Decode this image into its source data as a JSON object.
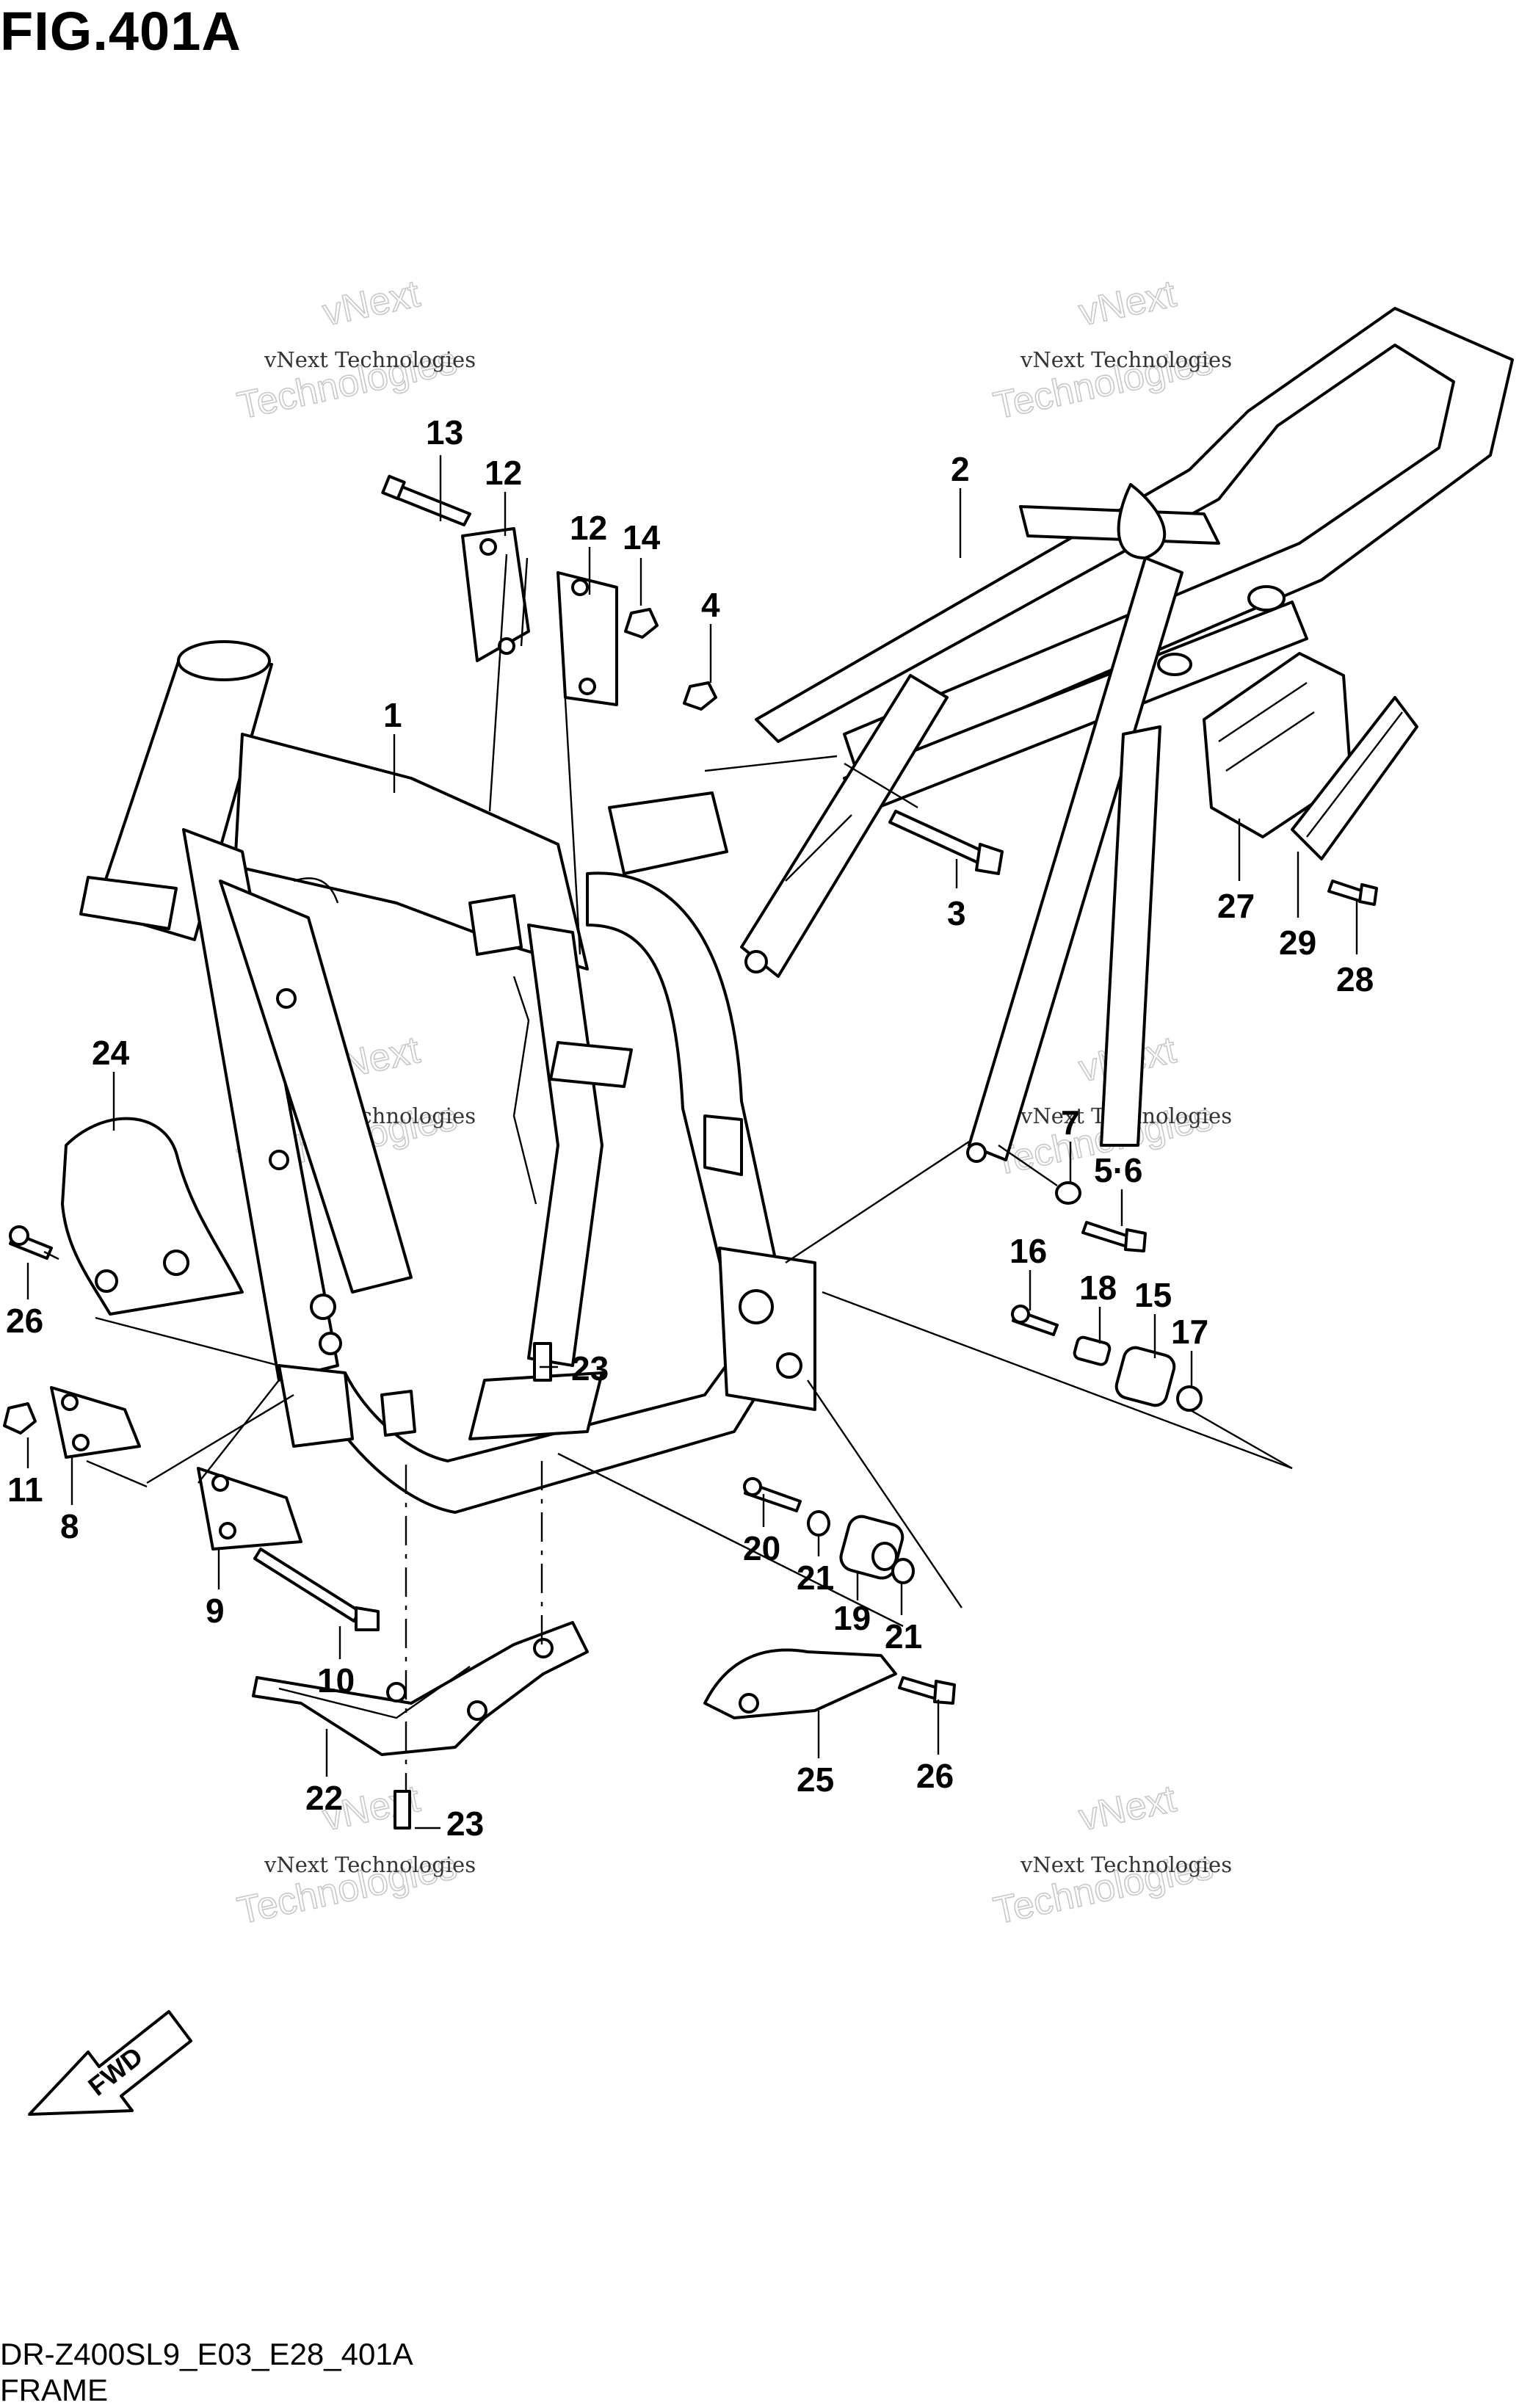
{
  "figure": {
    "title": "FIG.401A",
    "model_code": "DR-Z400SL9_E03_E28_401A",
    "section_name": "FRAME"
  },
  "direction_arrow": {
    "label": "FWD"
  },
  "watermarks": [
    {
      "line1": "vNext Technologies",
      "line2": "vNext",
      "line3": "Technologies"
    },
    {
      "line1": "vNext Technologies",
      "line2": "vNext",
      "line3": "Technologies"
    },
    {
      "line1": "vNext Technologies",
      "line2": "vNext",
      "line3": "Technologies"
    },
    {
      "line1": "vNext Technologies",
      "line2": "vNext",
      "line3": "Technologies"
    },
    {
      "line1": "vNext Technologies",
      "line2": "vNext",
      "line3": "Technologies"
    },
    {
      "line1": "vNext Technologies",
      "line2": "vNext",
      "line3": "Technologies"
    }
  ],
  "callouts": [
    {
      "id": "c13",
      "label": "13"
    },
    {
      "id": "c12a",
      "label": "12"
    },
    {
      "id": "c12b",
      "label": "12"
    },
    {
      "id": "c14",
      "label": "14"
    },
    {
      "id": "c4",
      "label": "4"
    },
    {
      "id": "c2",
      "label": "2"
    },
    {
      "id": "c1",
      "label": "1"
    },
    {
      "id": "c3",
      "label": "3"
    },
    {
      "id": "c27",
      "label": "27"
    },
    {
      "id": "c29",
      "label": "29"
    },
    {
      "id": "c28",
      "label": "28"
    },
    {
      "id": "c24",
      "label": "24"
    },
    {
      "id": "c7",
      "label": "7"
    },
    {
      "id": "c56",
      "label": "5·6"
    },
    {
      "id": "c16",
      "label": "16"
    },
    {
      "id": "c18",
      "label": "18"
    },
    {
      "id": "c15",
      "label": "15"
    },
    {
      "id": "c17",
      "label": "17"
    },
    {
      "id": "c26a",
      "label": "26"
    },
    {
      "id": "c23a",
      "label": "23"
    },
    {
      "id": "c11",
      "label": "11"
    },
    {
      "id": "c8",
      "label": "8"
    },
    {
      "id": "c9",
      "label": "9"
    },
    {
      "id": "c20",
      "label": "20"
    },
    {
      "id": "c21a",
      "label": "21"
    },
    {
      "id": "c19",
      "label": "19"
    },
    {
      "id": "c21b",
      "label": "21"
    },
    {
      "id": "c10",
      "label": "10"
    },
    {
      "id": "c22",
      "label": "22"
    },
    {
      "id": "c25",
      "label": "25"
    },
    {
      "id": "c26b",
      "label": "26"
    },
    {
      "id": "c23b",
      "label": "23"
    }
  ]
}
